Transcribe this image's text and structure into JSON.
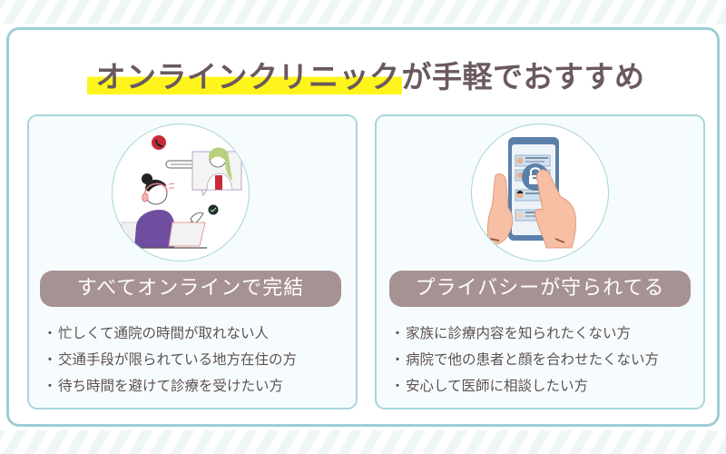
{
  "title": {
    "highlighted": "オンラインクリニック",
    "rest": "が手軽でおすすめ",
    "text_color": "#6a5a5e",
    "highlight_color": "#fff51c"
  },
  "panels": [
    {
      "illustration": "woman-video-call-with-doctor-illustration",
      "heading": "すべてオンラインで完結",
      "bullet": "・",
      "items": [
        "忙しくて通院の時間が取れない人",
        "交通手段が限られている地方在住の方",
        "待ち時間を避けて診療を受けたい方"
      ]
    },
    {
      "illustration": "hands-smartphone-lock-illustration",
      "heading": "プライバシーが守られてる",
      "bullet": "・",
      "items": [
        "家族に診療内容を知られたくない方",
        "病院で他の患者と顔を合わせたくない方",
        "安心して医師に相談したい方"
      ]
    }
  ],
  "colors": {
    "frame_border": "#9dced3",
    "panel_border": "#a8d6d9",
    "panel_bg": "#f6fcfd",
    "pill_bg": "#a69193",
    "body_text": "#5d5154",
    "stripe": "#eef6f6"
  }
}
